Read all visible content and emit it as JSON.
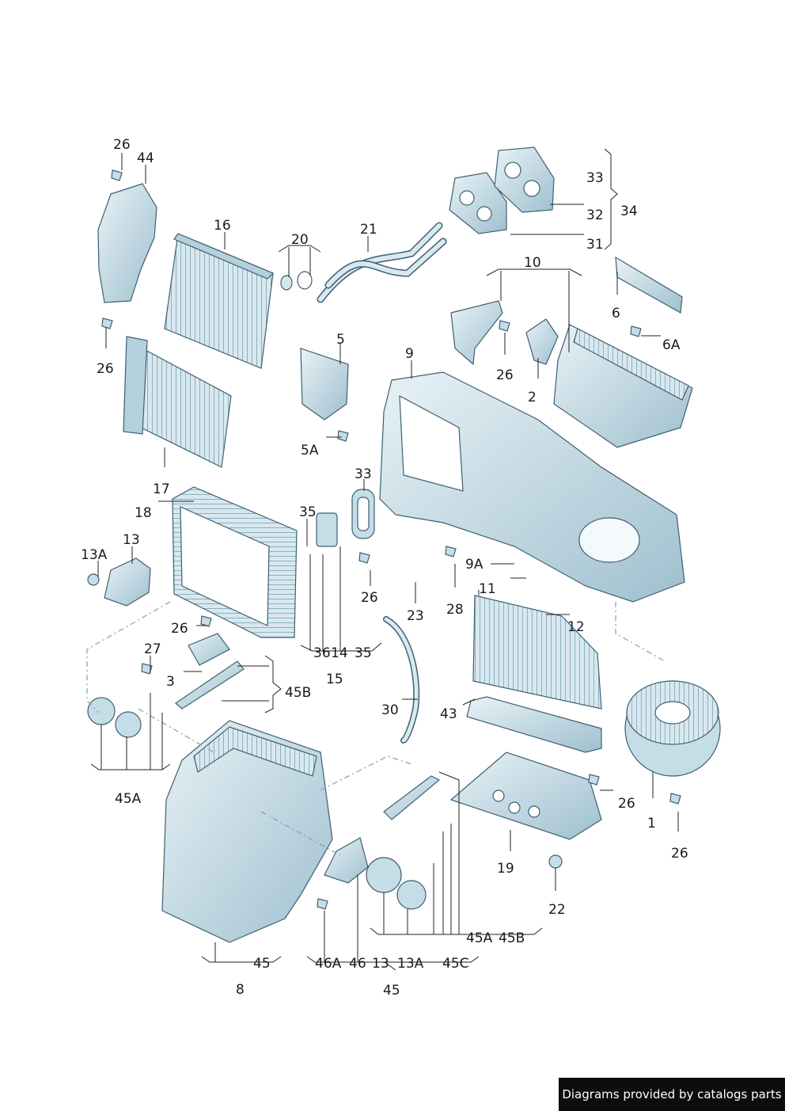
{
  "labels": [
    "26",
    "44",
    "16",
    "20",
    "21",
    "33",
    "32",
    "34",
    "31",
    "10",
    "6",
    "6A",
    "26",
    "5",
    "9",
    "26",
    "2",
    "5A",
    "17",
    "33",
    "18",
    "35",
    "13",
    "13A",
    "26",
    "9A",
    "23",
    "28",
    "11",
    "12",
    "26",
    "36",
    "14",
    "35",
    "27",
    "15",
    "3",
    "45B",
    "30",
    "43",
    "45A",
    "26",
    "1",
    "26",
    "19",
    "22",
    "45A",
    "45B",
    "45",
    "46A",
    "46",
    "13",
    "13A",
    "45C",
    "8",
    "45"
  ],
  "footer": {
    "text": "Diagrams provided by catalogs parts"
  },
  "colors": {
    "part_fill": "#c5dde7",
    "part_stroke": "#3f5f70",
    "leader": "#222222",
    "dash": "#8aa6b8"
  }
}
